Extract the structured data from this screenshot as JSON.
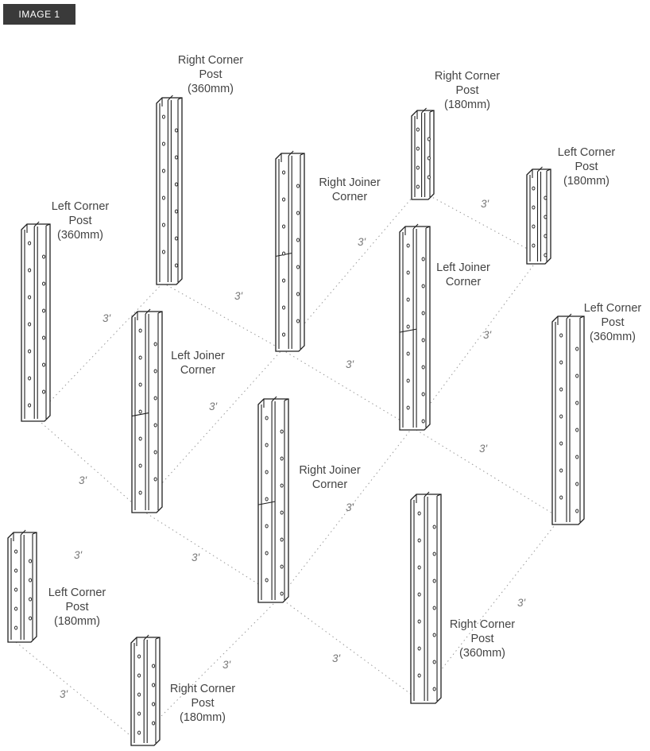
{
  "badge": "IMAGE 1",
  "posts": [
    {
      "id": "post-right-corner-360-top",
      "label": [
        "Right Corner",
        "Post",
        "(360mm)"
      ],
      "kind": "360"
    },
    {
      "id": "post-right-corner-180-top",
      "label": [
        "Right Corner",
        "Post",
        "(180mm)"
      ],
      "kind": "180"
    },
    {
      "id": "post-left-corner-180-right",
      "label": [
        "Left Corner",
        "Post",
        "(180mm)"
      ],
      "kind": "180"
    },
    {
      "id": "post-right-joiner-upper",
      "label": [
        "Right Joiner",
        "Corner"
      ],
      "kind": "joiner"
    },
    {
      "id": "post-left-corner-360-left",
      "label": [
        "Left Corner",
        "Post",
        "(360mm)"
      ],
      "kind": "360"
    },
    {
      "id": "post-left-joiner-right",
      "label": [
        "Left Joiner",
        "Corner"
      ],
      "kind": "joiner"
    },
    {
      "id": "post-left-corner-360-right",
      "label": [
        "Left Corner",
        "Post",
        "(360mm)"
      ],
      "kind": "360"
    },
    {
      "id": "post-left-joiner-left",
      "label": [
        "Left Joiner",
        "Corner"
      ],
      "kind": "joiner"
    },
    {
      "id": "post-right-joiner-lower",
      "label": [
        "Right Joiner",
        "Corner"
      ],
      "kind": "joiner"
    },
    {
      "id": "post-left-corner-180-bottom",
      "label": [
        "Left Corner",
        "Post",
        "(180mm)"
      ],
      "kind": "180"
    },
    {
      "id": "post-right-corner-360-bottom",
      "label": [
        "Right Corner",
        "Post",
        "(360mm)"
      ],
      "kind": "360"
    },
    {
      "id": "post-right-corner-180-bottom",
      "label": [
        "Right Corner",
        "Post",
        "(180mm)"
      ],
      "kind": "180"
    }
  ],
  "spacing_labels": [
    "3'",
    "3'",
    "3'",
    "3'",
    "3'",
    "3'",
    "3'",
    "3'",
    "3'",
    "3'",
    "3'",
    "3'",
    "3'",
    "3'",
    "3'",
    "3'"
  ]
}
